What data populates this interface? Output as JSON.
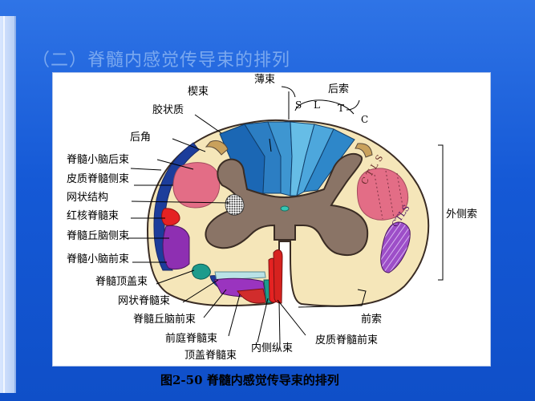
{
  "title": "（二）脊髓内感觉传导束的排列",
  "caption": "图2-50  脊髓内感觉传导束的排列",
  "labels": {
    "bo_shu": "薄束",
    "xie_shu": "楔束",
    "jiao_zhuang_zhi": "胶状质",
    "hou_suo": "后索",
    "s": "S",
    "l": "L",
    "t": "T",
    "c": "C",
    "hou_jiao": "后角",
    "jisui_xiaonao_houshu": "脊髓小脑后束",
    "pizhi_jisui_ceshu": "皮质脊髓侧束",
    "wangzhuang_jiegou": "网状结构",
    "honghe_jisui_shu": "红核脊髓束",
    "jisui_qiunao_ceshu": "脊髓丘脑侧束",
    "jisui_xiaonao_qianshu": "脊髓小脑前束",
    "jisui_dinggai_shu": "脊髓顶盖束",
    "wangzhuang_jisui_shu": "网状脊髓束",
    "jisui_qiunao_qianshu": "脊髓丘脑前束",
    "qianting_jisui_shu": "前庭脊髓束",
    "dinggai_jisui_shu": "顶盖脊髓束",
    "neice_zong_shu": "内侧纵束",
    "pizhi_jisui_qianshu": "皮质脊髓前束",
    "wai_ce_suo": "外侧索",
    "qian_suo": "前索",
    "ctls_upper": "C T L S",
    "ctls_lower": "CTLS"
  },
  "colors": {
    "slide_bg": "#1559d6",
    "white_matter": "#f5e6b9",
    "gray_matter": "#8a7466",
    "posterior_dark": "#1b67b4",
    "posterior_light": "#4fa9dc",
    "cst_pink": "#e36d86",
    "purple": "#8e2fb2",
    "red": "#e52222",
    "navy": "#1c3d9b",
    "teal": "#1d9b8c"
  }
}
